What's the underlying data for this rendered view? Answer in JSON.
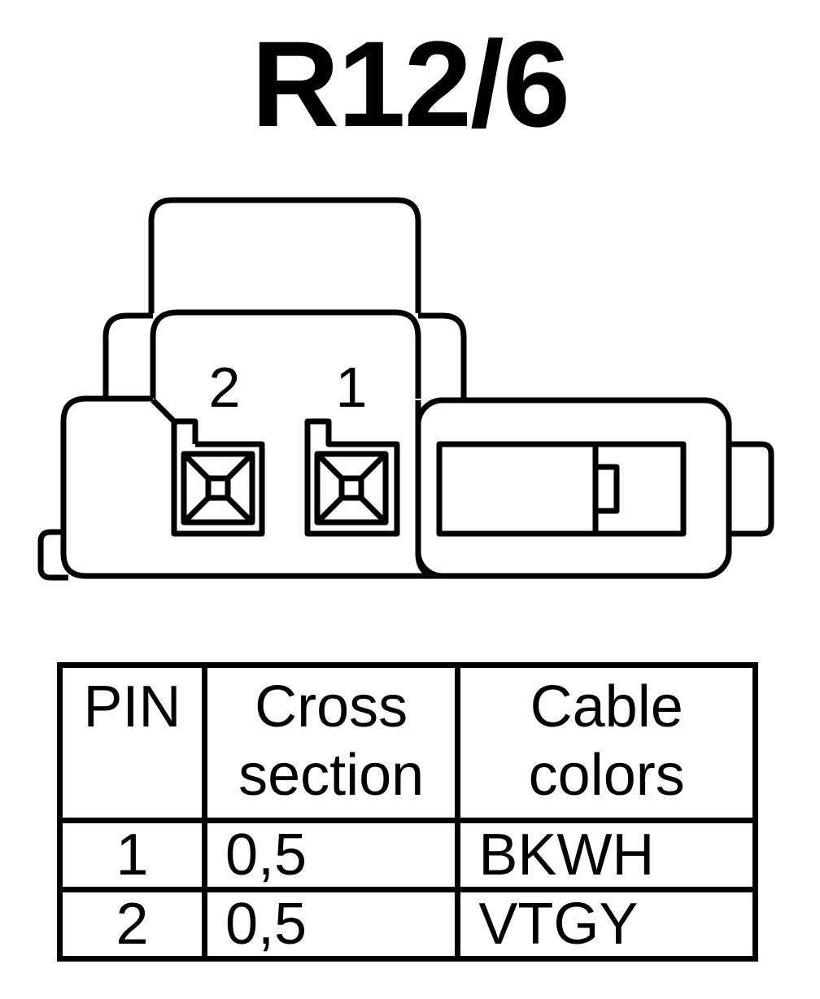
{
  "title": "R12/6",
  "connector": {
    "pin_labels": [
      "2",
      "1"
    ]
  },
  "table": {
    "headers": {
      "pin": "PIN",
      "cross_section": [
        "Cross",
        "section"
      ],
      "cable_colors": [
        "Cable",
        "colors"
      ]
    },
    "rows": [
      {
        "pin": "1",
        "cross_section": "0,5",
        "cable_colors": "BKWH"
      },
      {
        "pin": "2",
        "cross_section": "0,5",
        "cable_colors": "VTGY"
      }
    ]
  }
}
